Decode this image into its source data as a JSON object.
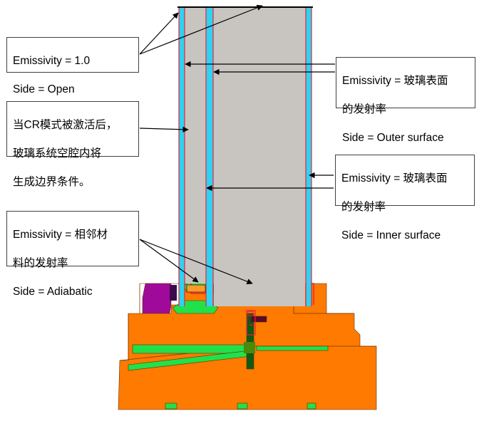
{
  "callouts": {
    "open": {
      "line1": "Emissivity = 1.0",
      "line2": "Side = Open"
    },
    "outer": {
      "line1": "Emissivity = 玻璃表面",
      "line2": "的发射率",
      "line3": "Side = Outer surface"
    },
    "cavity": {
      "line1": "当CR模式被激活后，",
      "line2": "玻璃系统空腔内将",
      "line3": "生成边界条件。"
    },
    "inner": {
      "line1": "Emissivity = 玻璃表面",
      "line2": "的发射率",
      "line3": "Side = Inner surface"
    },
    "adiabatic": {
      "line1": "Emissivity = 相邻材",
      "line2": "料的发射率",
      "line3": "Side = Adiabatic"
    }
  },
  "colors": {
    "glass_gray": "#c8c5c0",
    "glass_cyan": "#2fd2f0",
    "boundary_red": "#e8223a",
    "frame_orange": "#ff7a00",
    "gasket_green": "#22e04a",
    "seal_purple": "#a00a9a",
    "dark_green": "#0f5a14",
    "maroon": "#5a0a2a",
    "arrow": "#000000"
  }
}
